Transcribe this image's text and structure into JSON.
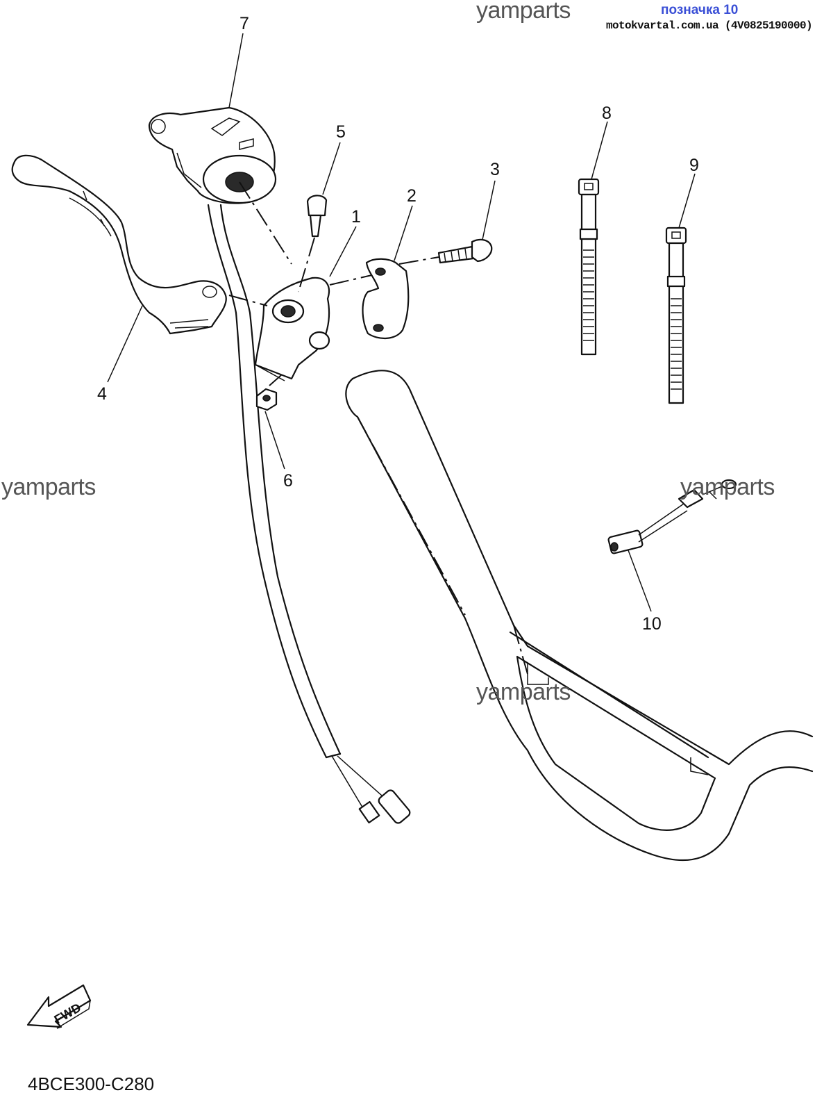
{
  "header": {
    "watermark": "yamparts",
    "label": "позначка 10",
    "site": "motokvartal.com.ua (4V0825190000)"
  },
  "callouts": [
    "1",
    "2",
    "3",
    "4",
    "5",
    "6",
    "7",
    "8",
    "9",
    "10"
  ],
  "arrow": {
    "label": "FWD"
  },
  "diagram_code": "4BCE300-C280"
}
